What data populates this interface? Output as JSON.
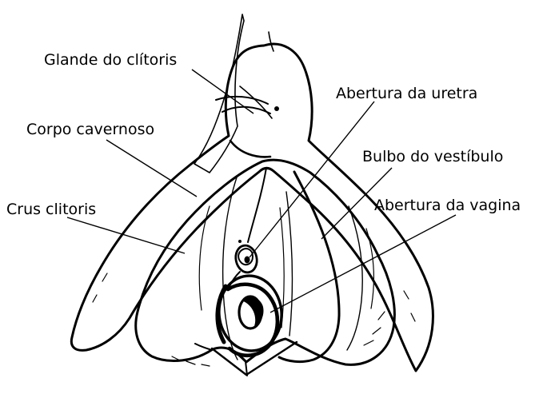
{
  "figure": {
    "kind": "anatomical line illustration",
    "background": "#ffffff"
  },
  "colors": {
    "outline": "#000000",
    "erectile_tissue_pink": "#e8a2b8",
    "vestibule_light_pink": "#f8e3db",
    "label_text": "#000000",
    "background": "#ffffff"
  },
  "labels": [
    {
      "id": "glande-do-clitoris",
      "text": "Glande do clítoris"
    },
    {
      "id": "corpo-cavernoso",
      "text": "Corpo cavernoso"
    },
    {
      "id": "crus-clitoris",
      "text": "Crus clitoris"
    },
    {
      "id": "abertura-da-uretra",
      "text": "Abertura da uretra"
    },
    {
      "id": "bulbo-do-vestibulo",
      "text": "Bulbo do vestíbulo"
    },
    {
      "id": "abertura-da-vagina",
      "text": "Abertura da vagina"
    }
  ]
}
